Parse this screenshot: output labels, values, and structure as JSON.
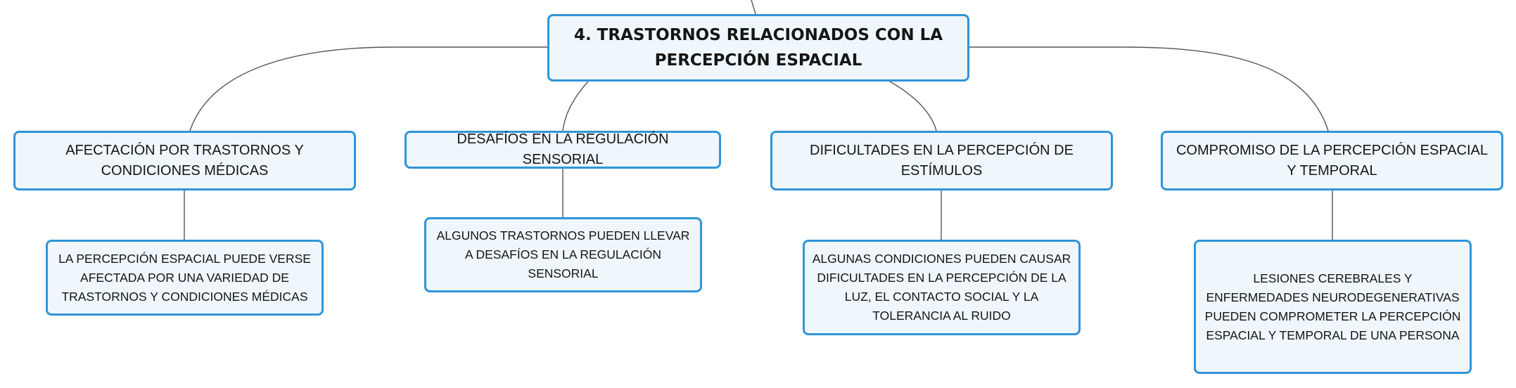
{
  "root": {
    "label": "4. TRASTORNOS RELACIONADOS CON LA PERCEPCIÓN ESPACIAL"
  },
  "branches": [
    {
      "label": "AFECTACIÓN POR TRASTORNOS Y CONDICIONES MÉDICAS",
      "detail": "LA PERCEPCIÓN ESPACIAL PUEDE VERSE AFECTADA POR UNA VARIEDAD DE TRASTORNOS Y CONDICIONES MÉDICAS"
    },
    {
      "label": "DESAFÍOS EN LA REGULACIÓN SENSORIAL",
      "detail": "ALGUNOS TRASTORNOS PUEDEN LLEVAR A DESAFÍOS EN LA REGULACIÓN SENSORIAL"
    },
    {
      "label": "DIFICULTADES EN LA PERCEPCIÓN DE ESTÍMULOS",
      "detail": "ALGUNAS CONDICIONES PUEDEN CAUSAR DIFICULTADES EN LA PERCEPCIÓN DE LA LUZ, EL CONTACTO SOCIAL Y LA TOLERANCIA AL RUIDO"
    },
    {
      "label": "COMPROMISO DE LA PERCEPCIÓN ESPACIAL Y TEMPORAL",
      "detail": "LESIONES CEREBRALES Y ENFERMEDADES NEURODEGENERATIVAS PUEDEN COMPROMETER LA PERCEPCIÓN ESPACIAL Y TEMPORAL DE UNA PERSONA"
    }
  ],
  "colors": {
    "node_border": "#2f95d8",
    "node_fill": "#eff7fd",
    "connector": "#555555",
    "text": "#151515"
  }
}
